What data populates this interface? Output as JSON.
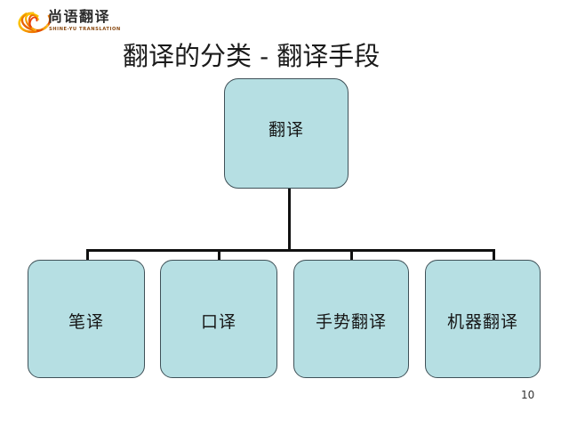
{
  "slide": {
    "title": "翻译的分类 - 翻译手段",
    "page_number": "10",
    "background_color": "#ffffff"
  },
  "logo": {
    "mark_icon": "spiral-swirl-icon",
    "wordmark": "尚语翻译",
    "tagline": "SHINE-YU TRANSLATION",
    "colors": {
      "swirl_yellow": "#f5c400",
      "swirl_orange": "#f08a00",
      "swirl_red": "#d93600",
      "tagline_color": "#8a4a12"
    }
  },
  "diagram": {
    "type": "tree",
    "node_fill": "#b6dfe3",
    "node_border": "#3f5158",
    "connector_color": "#111111",
    "root": {
      "label": "翻译"
    },
    "children": [
      {
        "label": "笔译"
      },
      {
        "label": "口译"
      },
      {
        "label": "手势翻译"
      },
      {
        "label": "机器翻译"
      }
    ]
  }
}
